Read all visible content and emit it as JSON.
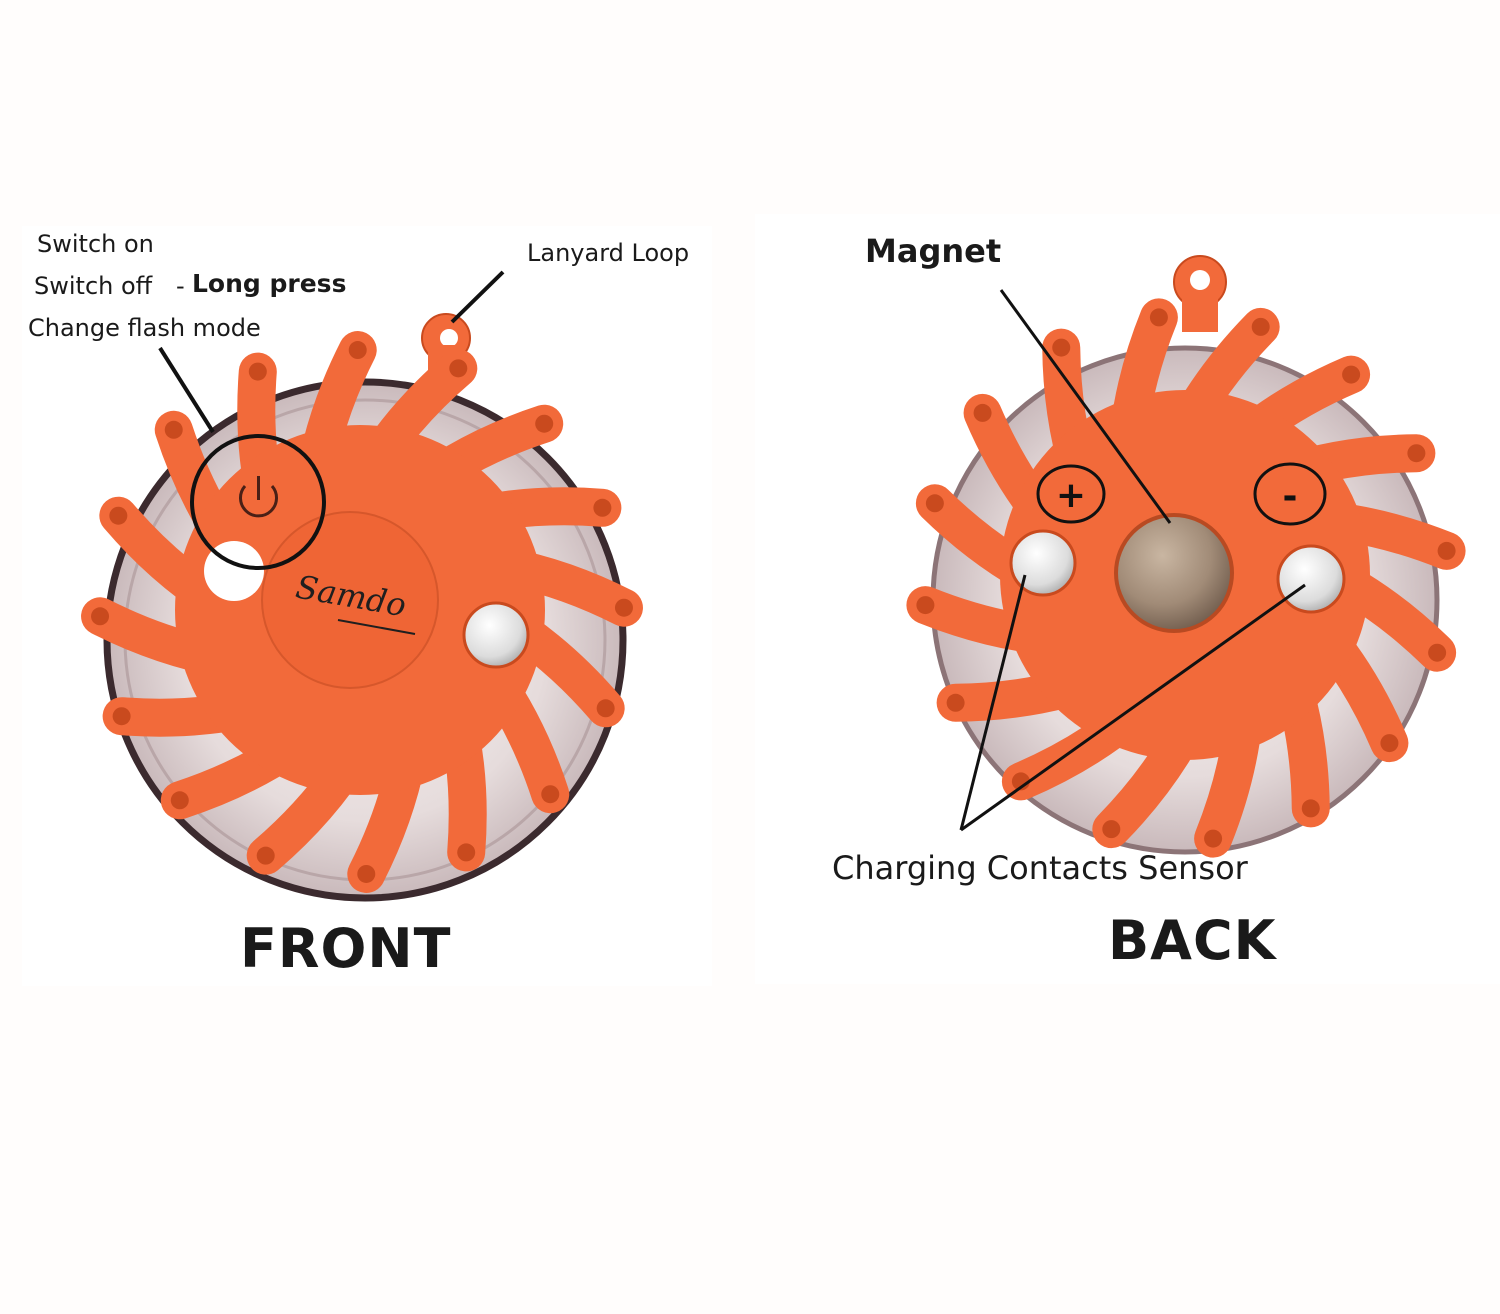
{
  "front": {
    "caption": "FRONT",
    "brand": "Samdo",
    "labels": {
      "switch_on": "Switch on",
      "switch_off": "Switch  off",
      "dash": "-",
      "long_press": "Long press",
      "change_flash_mode": "Change flash mode",
      "lanyard_loop": "Lanyard Loop"
    }
  },
  "back": {
    "caption": "BACK",
    "labels": {
      "magnet": "Magnet",
      "plus": "+",
      "minus": "-",
      "charging_contacts": "Charging Contacts Sensor"
    }
  },
  "colors": {
    "orange": "#f26a3a",
    "orange_dark": "#c94a1e",
    "lens_grey": "#e9e3e3",
    "rim": "#4a2f34",
    "magnet": "#a08a76"
  }
}
